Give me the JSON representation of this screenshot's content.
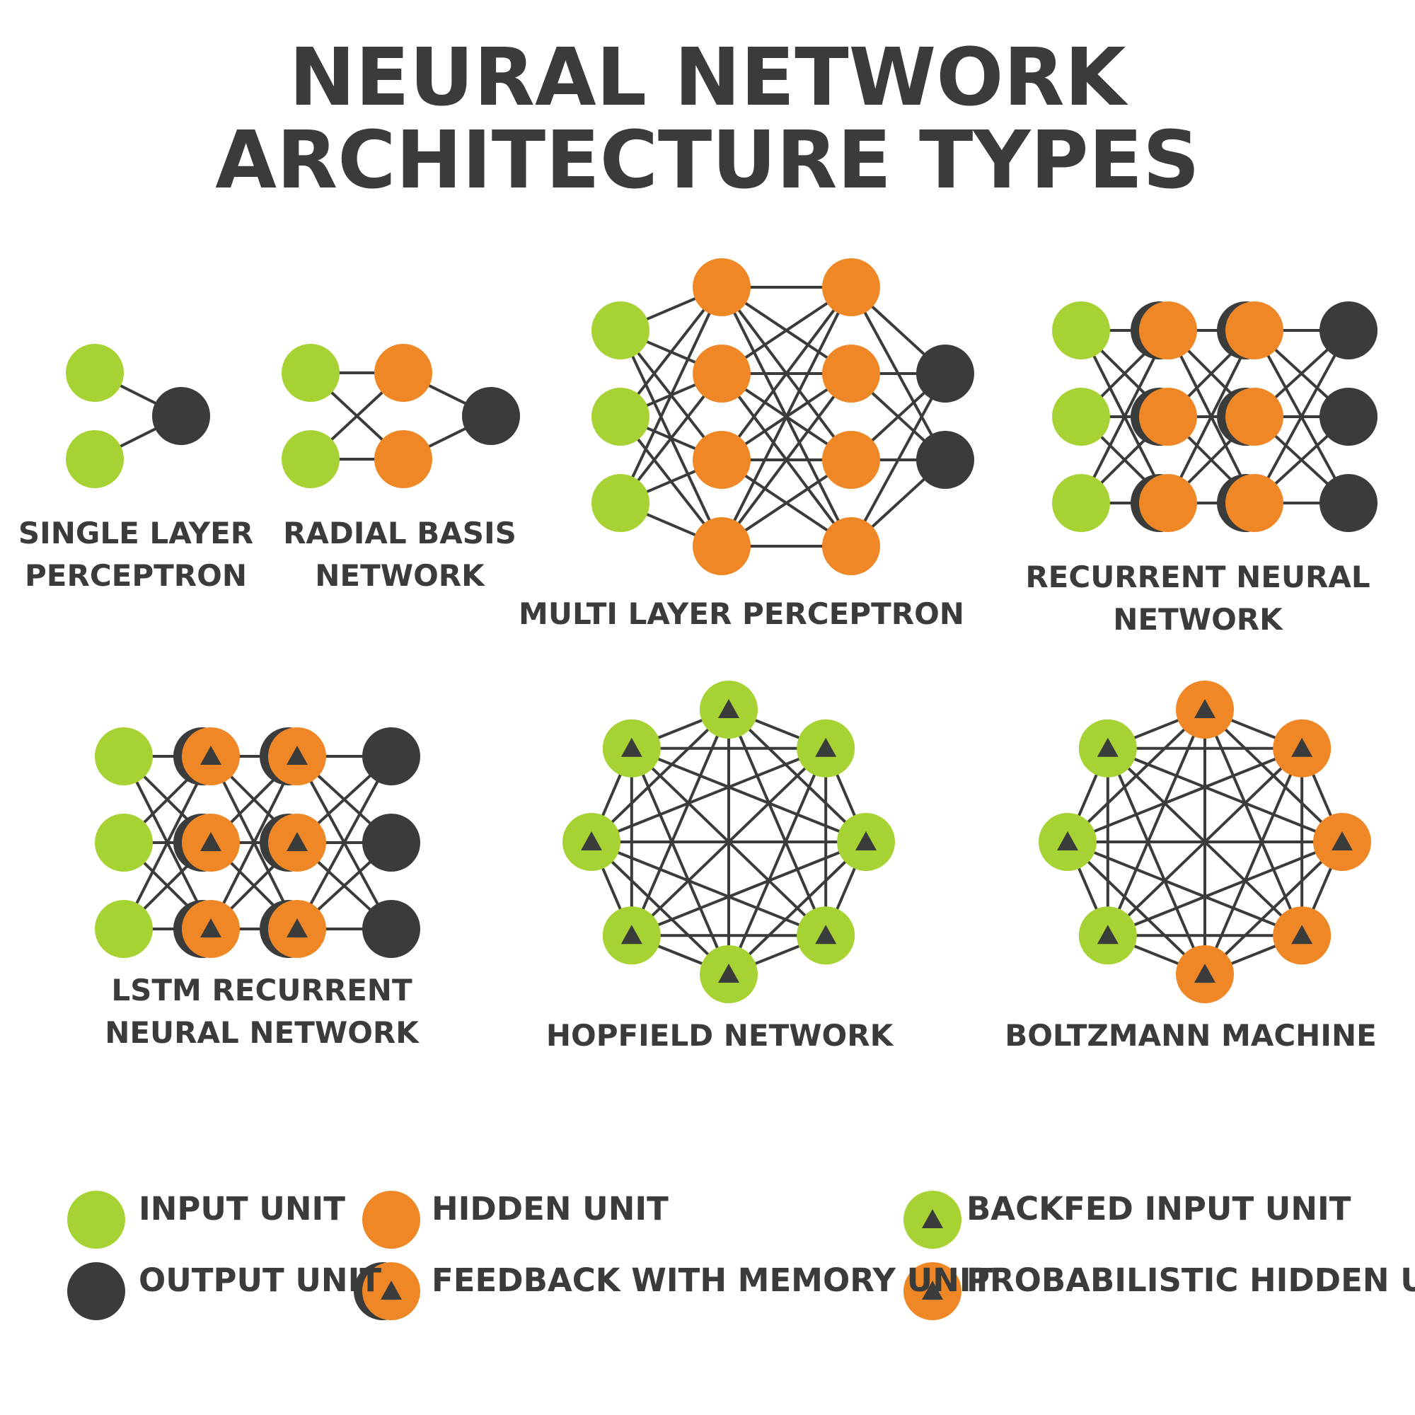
{
  "title": {
    "line1": "NEURAL NETWORK",
    "line2": "ARCHITECTURE TYPES"
  },
  "colors": {
    "input": "#a6d233",
    "hidden": "#ef8726",
    "output": "#3a3c3b",
    "text": "#3a3c3b",
    "edge": "#3a3c3b",
    "background": "#ffffff"
  },
  "networks": [
    {
      "id": "single-layer-perceptron",
      "label_lines": [
        "SINGLE LAYER",
        "PERCEPTRON"
      ]
    },
    {
      "id": "radial-basis-network",
      "label_lines": [
        "RADIAL BASIS",
        "NETWORK"
      ]
    },
    {
      "id": "multi-layer-perceptron",
      "label_lines": [
        "MULTI LAYER PERCEPTRON"
      ]
    },
    {
      "id": "recurrent-neural-network",
      "label_lines": [
        "RECURRENT NEURAL",
        "NETWORK"
      ]
    },
    {
      "id": "lstm-recurrent-neural-network",
      "label_lines": [
        "LSTM RECURRENT",
        "NEURAL NETWORK"
      ]
    },
    {
      "id": "hopfield-network",
      "label_lines": [
        "HOPFIELD NETWORK"
      ]
    },
    {
      "id": "boltzmann-machine",
      "label_lines": [
        "BOLTZMANN MACHINE"
      ]
    }
  ],
  "legend": [
    {
      "key": "input",
      "label": "INPUT UNIT"
    },
    {
      "key": "output",
      "label": "OUTPUT UNIT"
    },
    {
      "key": "hidden",
      "label": "HIDDEN UNIT"
    },
    {
      "key": "memory",
      "label": "FEEDBACK WITH MEMORY UNIT"
    },
    {
      "key": "backfed",
      "label": "BACKFED INPUT UNIT"
    },
    {
      "key": "prob",
      "label": "PROBABILISTIC HIDDEN UNIT"
    }
  ]
}
